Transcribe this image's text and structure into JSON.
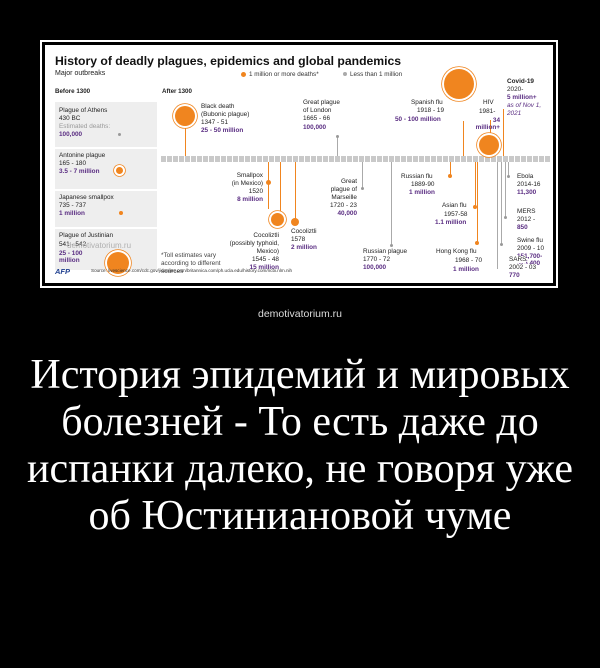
{
  "poster": {
    "title": "History of deadly plagues, epidemics and global pandemics",
    "subtitle": "Major outbreaks",
    "legend_big": "1 million or more deaths*",
    "legend_small": "Less than 1 million",
    "section_before": "Before 1300",
    "section_after": "After 1300",
    "left_events": [
      {
        "name": "Plague of Athens",
        "dates": "430 BC",
        "note": "Estimated deaths:",
        "deaths": "100,000"
      },
      {
        "name": "Antonine plague",
        "dates": "165 - 180",
        "deaths": "3.5 - 7 million"
      },
      {
        "name": "Japanese smallpox",
        "dates": "735 - 737",
        "deaths": "1 million"
      },
      {
        "name": "Plague of Justinian",
        "dates": "541 - 542",
        "deaths": "25 - 100 million"
      }
    ],
    "events": {
      "black_death": {
        "name1": "Black death",
        "name2": "(Bubonic plague)",
        "dates": "1347 - 51",
        "deaths": "25 - 50 million"
      },
      "london": {
        "name1": "Great plague",
        "name2": "of London",
        "dates": "1665 - 66",
        "deaths": "100,000"
      },
      "spanish": {
        "name": "Spanish flu",
        "dates": "1918 - 19",
        "deaths": "50 - 100 million"
      },
      "hiv": {
        "name": "HIV",
        "dates": "1981-",
        "deaths": "34 million+"
      },
      "covid": {
        "name": "Covid-19",
        "dates": "2020-",
        "deaths": "5 million+",
        "note1": "as of Nov 1,",
        "note2": "2021"
      },
      "smallpox_mex": {
        "name1": "Smallpox",
        "name2": "(in Mexico)",
        "dates": "1520",
        "deaths": "8 million"
      },
      "marseille": {
        "name1": "Great",
        "name2": "plague of",
        "name3": "Marseille",
        "dates": "1720 - 23",
        "deaths": "40,000"
      },
      "russian_flu": {
        "name": "Russian flu",
        "dates": "1889-90",
        "deaths": "1 million"
      },
      "asian_flu": {
        "name": "Asian flu",
        "dates": "1957-58",
        "deaths": "1.1 million"
      },
      "cocoliztli1578": {
        "name": "Cocoliztli",
        "dates": "1578",
        "deaths": "2 million"
      },
      "cocoliztli1545": {
        "name1": "Cocoliztli",
        "name2": "(possibly typhoid,",
        "name3": "Mexico)",
        "dates": "1545 - 48",
        "deaths": "15 million"
      },
      "russian_plague": {
        "name": "Russian plague",
        "dates": "1770 - 72",
        "deaths": "100,000"
      },
      "hong_kong": {
        "name": "Hong Kong flu",
        "dates": "1968 - 70",
        "deaths": "1 million"
      },
      "ebola": {
        "name": "Ebola",
        "dates": "2014-16",
        "deaths": "11,300"
      },
      "mers": {
        "name": "MERS",
        "dates": "2012 -",
        "deaths": "850"
      },
      "swine": {
        "name": "Swine flu",
        "dates": "2009 - 10",
        "deaths": "151,700- 575,400"
      },
      "sars": {
        "name": "SARS",
        "dates": "2002 - 03",
        "deaths": "770"
      }
    },
    "footnote1": "*Toll estimates vary",
    "footnote2": "according to different",
    "footnote3": "sources",
    "afp": "AFP",
    "source": "Source: livescience.com/cdc.gov/jidonline.com/britannica.com/ph.ucla.edu/history.com/ncbi.nlm.nih",
    "watermark_inner": "demotivatorium.ru"
  },
  "watermark": "demotivatorium.ru",
  "caption": "История эпидемий и мировых болезней - То есть даже до испанки далеко, не говоря уже об Юстиниановой чуме",
  "colors": {
    "orange": "#f0851f",
    "purple": "#5a2d82",
    "background": "#000000"
  }
}
